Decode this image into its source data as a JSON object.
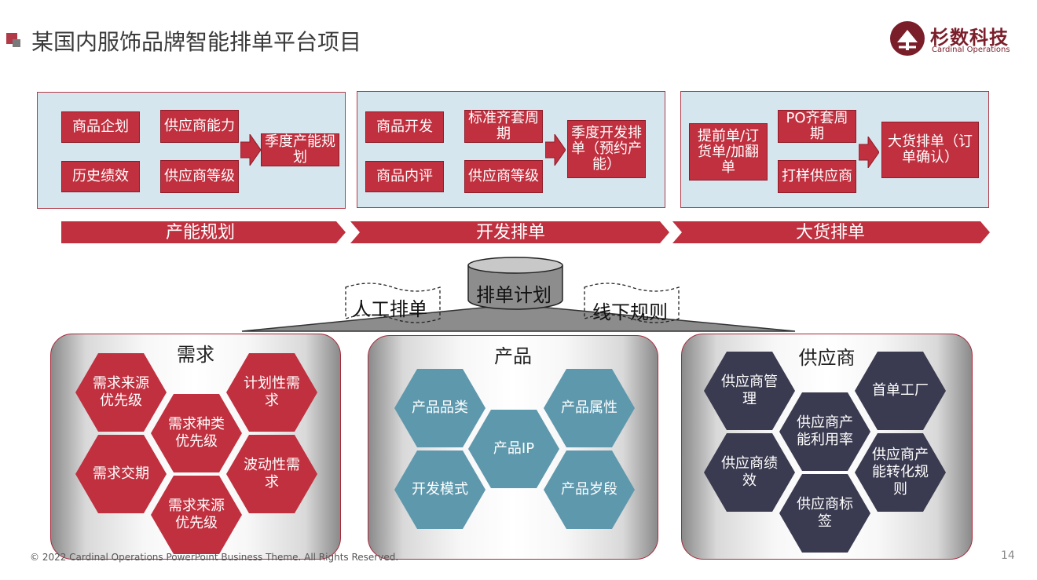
{
  "header": {
    "title": "某国内服饰品牌智能排单平台项目",
    "logo_name": "杉数科技",
    "logo_sub": "Cardinal Operations"
  },
  "panels": [
    {
      "left_top": "商品企划",
      "left_bottom": "历史绩效",
      "mid_top": "供应商能力",
      "mid_bottom": "供应商等级",
      "result": "季度产能规划"
    },
    {
      "left_top": "商品开发",
      "left_bottom": "商品内评",
      "mid_top": "标准齐套周期",
      "mid_bottom": "供应商等级",
      "result": "季度开发排单（预约产能）"
    },
    {
      "left": "提前单/订货单/加翻单",
      "mid_top": "PO齐套周期",
      "mid_bottom": "打样供应商",
      "result": "大货排单（订单确认）"
    }
  ],
  "stages": [
    "产能规划",
    "开发排单",
    "大货排单"
  ],
  "center": {
    "plan": "排单计划",
    "manual": "人工排单",
    "offline": "线下规则"
  },
  "groups": {
    "demand": {
      "title": "需求",
      "hexes": [
        "需求来源优先级",
        "计划性需求",
        "需求种类优先级",
        "需求交期",
        "波动性需求",
        "需求来源优先级"
      ]
    },
    "product": {
      "title": "产品",
      "hexes": [
        "产品品类",
        "产品属性",
        "产品IP",
        "开发模式",
        "产品岁段"
      ]
    },
    "supplier": {
      "title": "供应商",
      "hexes": [
        "供应商管理",
        "首单工厂",
        "供应商产能利用率",
        "供应商绩效",
        "供应商产能转化规则",
        "供应商标签"
      ]
    },
    "colors": {
      "red": "#c0303f",
      "blue": "#5e98ad",
      "navy": "#3a3a50",
      "panel": "#d5e6ee"
    }
  },
  "footer": {
    "copyright": "© 2022 Cardinal Operations PowerPoint Business Theme. All Rights Reserved.",
    "page": "14"
  }
}
